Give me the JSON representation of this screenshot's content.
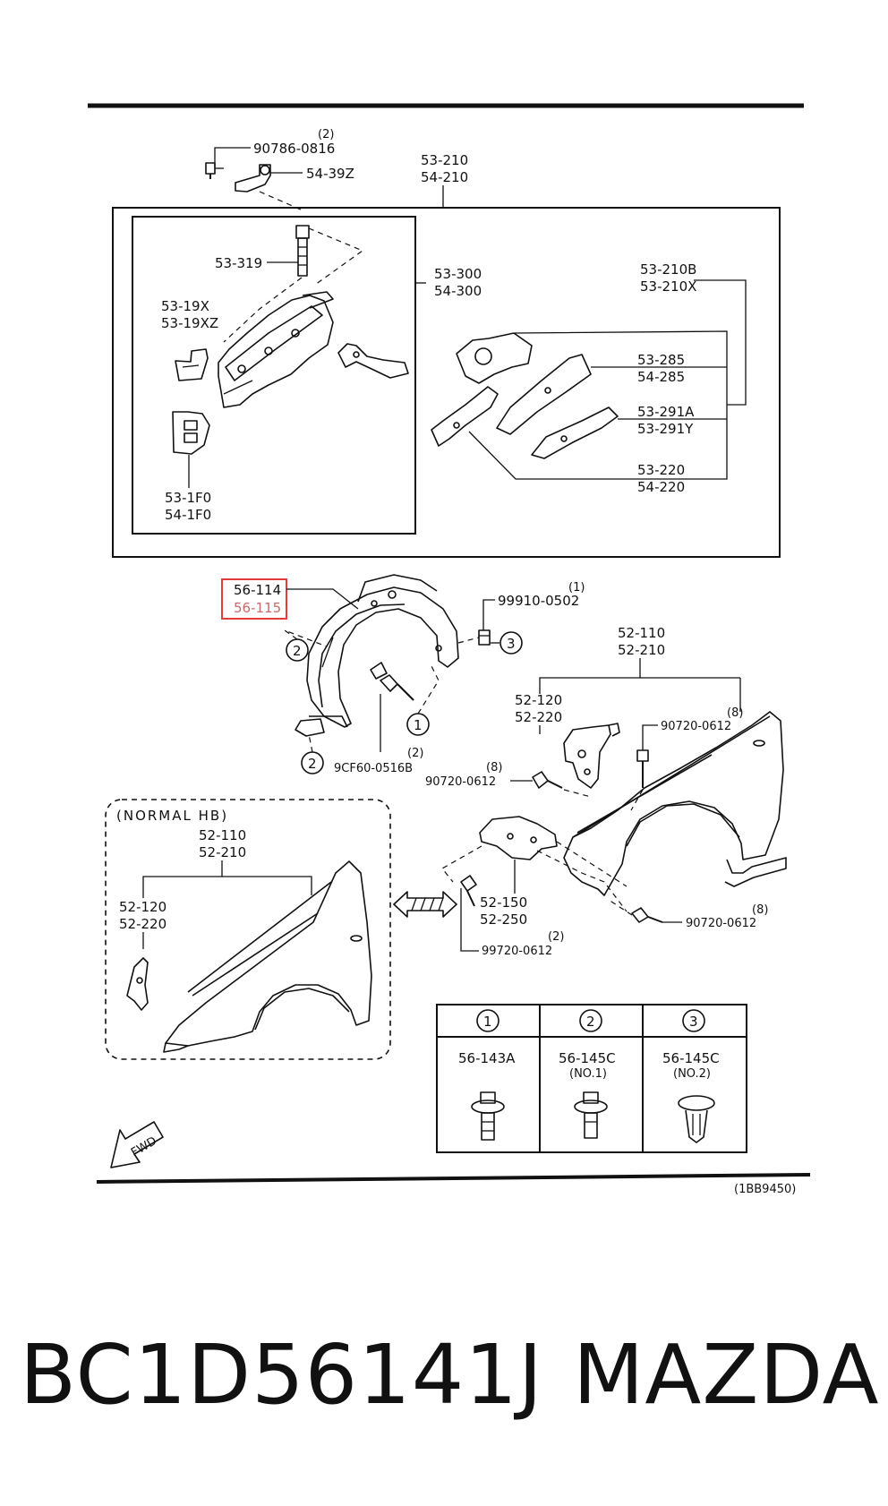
{
  "highlight_color": "#e23b3b",
  "labels": {
    "bolt_top": "90786-0816",
    "bolt_top_qty": "(2)",
    "bracket_top": "54-39Z",
    "member_assy_1": "53-210",
    "member_assy_2": "54-210",
    "bolt_319": "53-319",
    "sub_assy_1": "53-300",
    "sub_assy_2": "54-300",
    "bracket_19x_1": "53-19X",
    "bracket_19x_2": "53-19XZ",
    "bracket_1f0_1": "53-1F0",
    "bracket_1f0_2": "54-1F0",
    "frame_210b_1": "53-210B",
    "frame_210b_2": "53-210X",
    "frame_285_1": "53-285",
    "frame_285_2": "54-285",
    "frame_291_1": "53-291A",
    "frame_291_2": "53-291Y",
    "frame_220_1": "53-220",
    "frame_220_2": "54-220",
    "liner_1": "56-114",
    "liner_2": "56-115",
    "clip_top": "99910-0502",
    "clip_top_qty": "(1)",
    "screw_liner": "9CF60-0516B",
    "screw_liner_qty": "(2)",
    "fender_1": "52-110",
    "fender_2": "52-210",
    "fender_brk_1": "52-120",
    "fender_brk_2": "52-220",
    "bolt_a": "90720-0612",
    "bolt_a_qty": "(8)",
    "bolt_b": "90720-0612",
    "bolt_b_qty": "(8)",
    "bolt_c": "90720-0612",
    "bolt_c_qty": "(8)",
    "normal_hb": "(NORMAL HB)",
    "hb_fender_1": "52-110",
    "hb_fender_2": "52-210",
    "hb_brk_1": "52-120",
    "hb_brk_2": "52-220",
    "brace_1": "52-150",
    "brace_2": "52-250",
    "bolt_d": "99720-0612",
    "bolt_d_qty": "(2)",
    "ref_code": "(1BB9450)",
    "fwd": "FWD"
  },
  "callouts": [
    "1",
    "2",
    "3"
  ],
  "fastener_table": {
    "headers": [
      "1",
      "2",
      "3"
    ],
    "parts": [
      "56-143A",
      "56-145C",
      "56-145C"
    ],
    "notes": [
      "",
      "(NO.1)",
      "(NO.2)"
    ]
  },
  "footer": {
    "part_number": "BC1D56141J",
    "brand": "MAZDA"
  }
}
